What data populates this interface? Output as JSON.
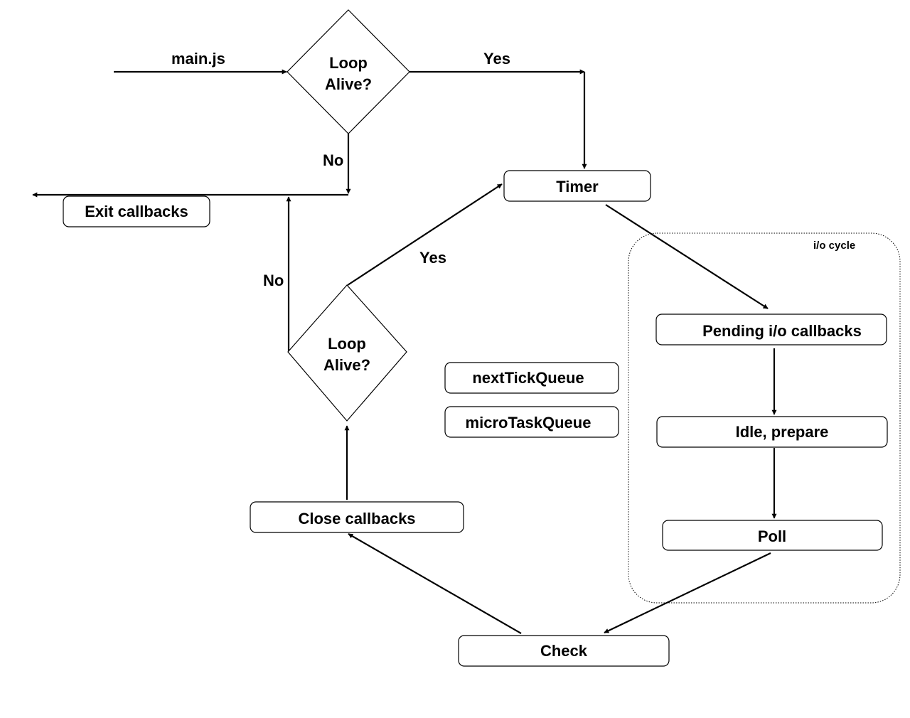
{
  "nodes": {
    "main": "main.js",
    "loop1_line1": "Loop",
    "loop1_line2": "Alive?",
    "loop2_line1": "Loop",
    "loop2_line2": "Alive?",
    "timer": "Timer",
    "exit": "Exit callbacks",
    "pending": "Pending i/o callbacks",
    "idle": "Idle, prepare",
    "poll": "Poll",
    "check": "Check",
    "close": "Close callbacks",
    "next_tick": "nextTickQueue",
    "micro_task": "microTaskQueue"
  },
  "edges": {
    "yes_top": "Yes",
    "no_top": "No",
    "yes_mid": "Yes",
    "no_left": "No"
  },
  "groups": {
    "io_cycle": "i/o cycle"
  },
  "colors": {
    "stroke": "#000000",
    "background": "#ffffff"
  }
}
